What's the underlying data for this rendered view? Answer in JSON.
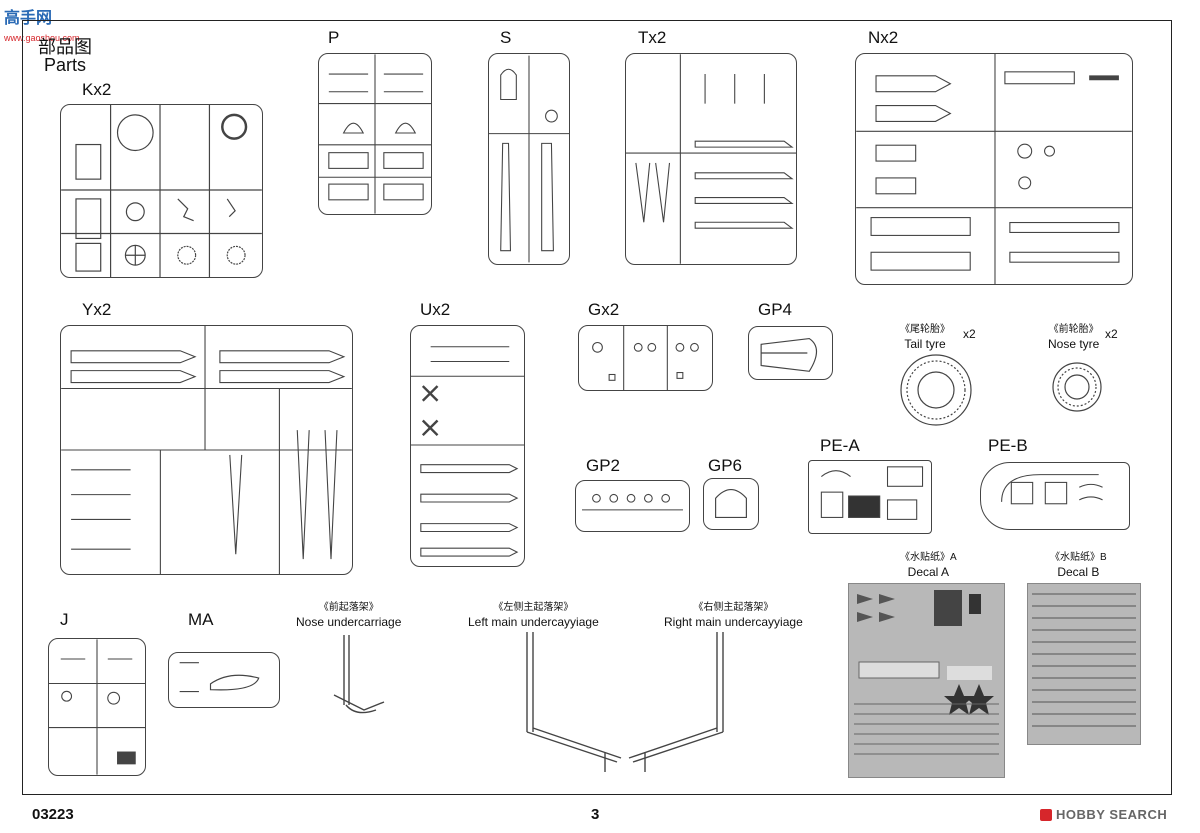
{
  "watermark_top": {
    "logo_text": "高手网",
    "url": "www.gaoshou.com"
  },
  "header": {
    "title_cn": "部品图",
    "title_en": "Parts"
  },
  "sprues": [
    {
      "label": "Kx2"
    },
    {
      "label": "P"
    },
    {
      "label": "S"
    },
    {
      "label": "Tx2"
    },
    {
      "label": "Nx2"
    },
    {
      "label": "Yx2"
    },
    {
      "label": "Ux2"
    },
    {
      "label": "Gx2"
    },
    {
      "label": "GP4"
    },
    {
      "label": "GP2"
    },
    {
      "label": "GP6"
    },
    {
      "label": "PE-A"
    },
    {
      "label": "PE-B"
    },
    {
      "label": "J"
    },
    {
      "label": "MA"
    }
  ],
  "tyres": {
    "tail": {
      "cn": "《尾轮胎》",
      "en": "Tail tyre",
      "qty": "x2"
    },
    "nose": {
      "cn": "《前轮胎》",
      "en": "Nose tyre",
      "qty": "x2"
    }
  },
  "undercarriage": {
    "nose": {
      "cn": "《前起落架》",
      "en": "Nose undercarriage"
    },
    "left": {
      "cn": "《左侧主起落架》",
      "en": "Left main undercayyiage"
    },
    "right": {
      "cn": "《右侧主起落架》",
      "en": "Right main undercayyiage"
    }
  },
  "decals": {
    "a": {
      "cn": "《水贴纸》A",
      "en": "Decal A"
    },
    "b": {
      "cn": "《水贴纸》B",
      "en": "Decal B"
    }
  },
  "footer": {
    "code": "03223",
    "page": "3",
    "watermark": "HOBBY SEARCH"
  },
  "colors": {
    "frame": "#222222",
    "sprue": "#444444",
    "decal": "#b8b8b8",
    "wm_blue": "#2a6ab5",
    "wm_red": "#d6262b"
  }
}
